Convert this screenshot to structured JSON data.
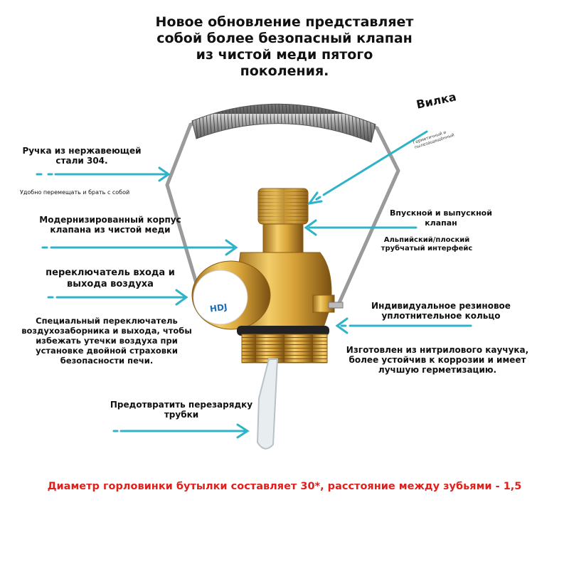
{
  "title": "Новое обновление представляет собой более безопасный клапан из чистой меди пятого поколения.",
  "labels": {
    "fork": "Вилка",
    "fork_small": "Герметичный и пылезащищённый",
    "handle": "Ручка из нержавеющей стали 304.",
    "handle_small": "Удобно перемещать и брать с собой",
    "body": "Модернизированный корпус клапана из чистой меди",
    "inlet": "Впускной и выпускной клапан",
    "interface": "Альпийский/плоский трубчатый интерфейс",
    "switch": "переключатель входа и выхода воздуха",
    "switch_desc": "Специальный переключатель воздухозаборника и выхода, чтобы избежать утечки воздуха при установке двойной страховки безопасности печи.",
    "ring": "Индивидуальное резиновое уплотнительное кольцо",
    "ring_desc": "Изготовлен из нитрилового каучука, более устойчив к коррозии и имеет лучшую герметизацию.",
    "tube": "Предотвратить перезарядку трубки"
  },
  "knob_text": "HDJ",
  "bottom_note": "Диаметр горловинки бутылки составляет 30*, расстояние между зубьями - 1,5",
  "colors": {
    "arrow": "#2fb3c8",
    "brass": "#d9a53a",
    "note": "#e0201c"
  }
}
